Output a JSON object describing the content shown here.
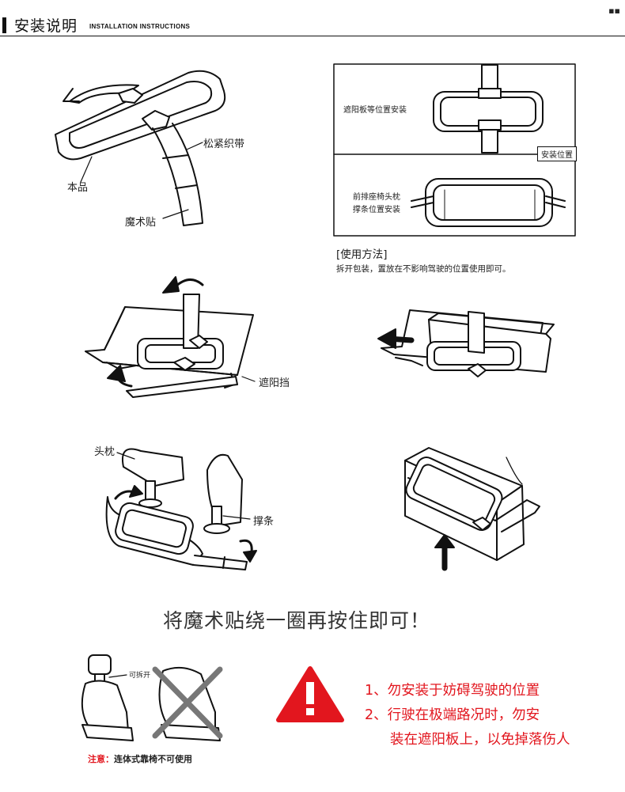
{
  "header": {
    "title": "安装说明",
    "subtitle": "INSTALLATION INSTRUCTIONS"
  },
  "diagram_main": {
    "label_strap": "松紧织带",
    "label_product": "本品",
    "label_velcro": "魔术贴"
  },
  "positions_box": {
    "visor_install": "遮阳板等位置安装",
    "install_position": "安装位置",
    "headrest_install_line1": "前排座椅头枕",
    "headrest_install_line2": "撑条位置安装"
  },
  "usage": {
    "title": "[使用方法]",
    "text": "拆开包装，置放在不影响驾驶的位置使用即可。"
  },
  "visor": {
    "label": "遮阳挡"
  },
  "headrest": {
    "label_headrest": "头枕",
    "label_post": "撑条"
  },
  "big_instruction": "将魔术贴绕一圈再按住即可！",
  "seat": {
    "label_removable": "可拆开"
  },
  "warnings": {
    "line1": "1、勿安装于妨碍驾驶的位置",
    "line2": "2、行驶在极端路况时，勿安",
    "line3": "装在遮阳板上，以免掉落伤人"
  },
  "note": {
    "key": "注意：",
    "text": "连体式靠椅不可使用"
  },
  "colors": {
    "warning_red": "#e2161e",
    "line": "#111111"
  }
}
